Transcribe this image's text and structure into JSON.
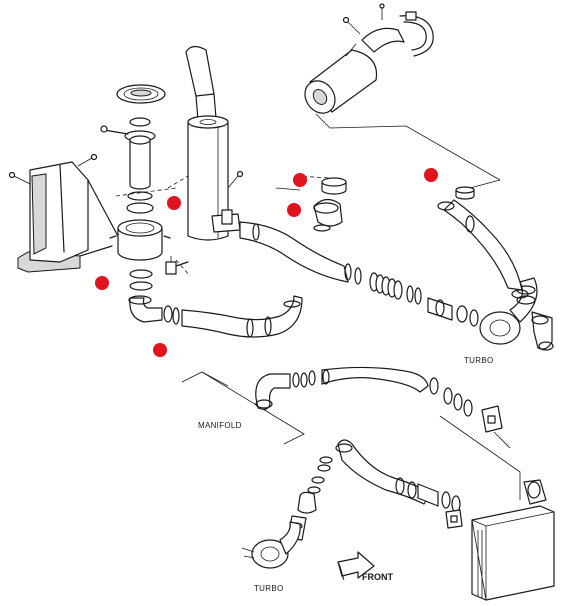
{
  "labels": {
    "turbo_upper": "TURBO",
    "manifold": "MANIFOLD",
    "turbo_lower": "TURBO",
    "front": "FRONT"
  },
  "colors": {
    "line": "#1a1a1a",
    "marker": "#e0141e",
    "background": "#ffffff"
  },
  "markers_count": 6
}
